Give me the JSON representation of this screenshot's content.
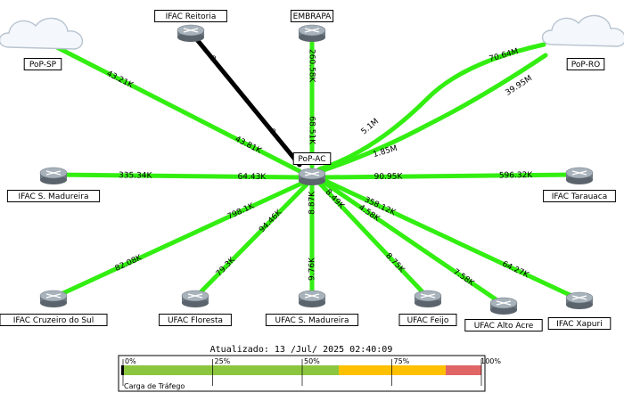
{
  "colors": {
    "link_active": "#33ee11",
    "link_idle": "#000000",
    "legend_green": "#8cc63f",
    "legend_yellow": "#ffc000",
    "legend_red": "#e06666"
  },
  "nodes": [
    {
      "id": "popac",
      "label": "PoP-AC",
      "icon": "router-icon"
    },
    {
      "id": "popsp",
      "label": "PoP-SP",
      "icon": "cloud-icon"
    },
    {
      "id": "popro",
      "label": "PoP-RO",
      "icon": "cloud-icon"
    },
    {
      "id": "reitoria",
      "label": "IFAC Reitoria",
      "icon": "router-icon"
    },
    {
      "id": "embrapa",
      "label": "EMBRAPA",
      "icon": "router-icon"
    },
    {
      "id": "smad_ifac",
      "label": "IFAC S. Madureira",
      "icon": "router-icon"
    },
    {
      "id": "tarauaca",
      "label": "IFAC Tarauaca",
      "icon": "router-icon"
    },
    {
      "id": "cruzeiro",
      "label": "IFAC Cruzeiro do Sul",
      "icon": "router-icon"
    },
    {
      "id": "floresta",
      "label": "UFAC Floresta",
      "icon": "router-icon"
    },
    {
      "id": "smad_ufac",
      "label": "UFAC S. Madureira",
      "icon": "router-icon"
    },
    {
      "id": "feijo",
      "label": "UFAC Feijo",
      "icon": "router-icon"
    },
    {
      "id": "altoacre",
      "label": "UFAC Alto Acre",
      "icon": "router-icon"
    },
    {
      "id": "xapuri",
      "label": "IFAC Xapuri",
      "icon": "router-icon"
    }
  ],
  "links": [
    {
      "from": "popsp",
      "to": "popac",
      "label_a": "43.21K",
      "label_b": "43.81K",
      "active": true
    },
    {
      "from": "reitoria",
      "to": "popac",
      "label_a": "0",
      "label_b": "0",
      "active": false
    },
    {
      "from": "embrapa",
      "to": "popac",
      "label_a": "260.58K",
      "label_b": "68.51K",
      "active": true
    },
    {
      "from": "popro",
      "to": "popac",
      "label_a": "70.64M",
      "label_b": "5.1M",
      "active": true
    },
    {
      "from": "popro",
      "to": "popac",
      "label_a": "39.95M",
      "label_b": "1.85M",
      "active": true
    },
    {
      "from": "smad_ifac",
      "to": "popac",
      "label_a": "335.34K",
      "label_b": "64.43K",
      "active": true
    },
    {
      "from": "tarauaca",
      "to": "popac",
      "label_a": "596.32K",
      "label_b": "90.95K",
      "active": true
    },
    {
      "from": "cruzeiro",
      "to": "popac",
      "label_a": "82.08K",
      "label_b": "798.1K",
      "active": true
    },
    {
      "from": "floresta",
      "to": "popac",
      "label_a": "79.3K",
      "label_b": "94.46K",
      "active": true
    },
    {
      "from": "smad_ufac",
      "to": "popac",
      "label_a": "9.76K",
      "label_b": "8.87K",
      "active": true
    },
    {
      "from": "feijo",
      "to": "popac",
      "label_a": "8.75K",
      "label_b": "8.49K",
      "active": true
    },
    {
      "from": "altoacre",
      "to": "popac",
      "label_a": "7.58K",
      "label_b": "4.58K",
      "active": true
    },
    {
      "from": "xapuri",
      "to": "popac",
      "label_a": "64.27K",
      "label_b": "358.12K",
      "active": true
    }
  ],
  "timestamp": "Atualizado: 13 /Jul/ 2025 02:40:09",
  "legend": {
    "title": "Carga de Tráfego",
    "ticks": [
      "0%",
      "25%",
      "50%",
      "75%",
      "100%"
    ]
  }
}
